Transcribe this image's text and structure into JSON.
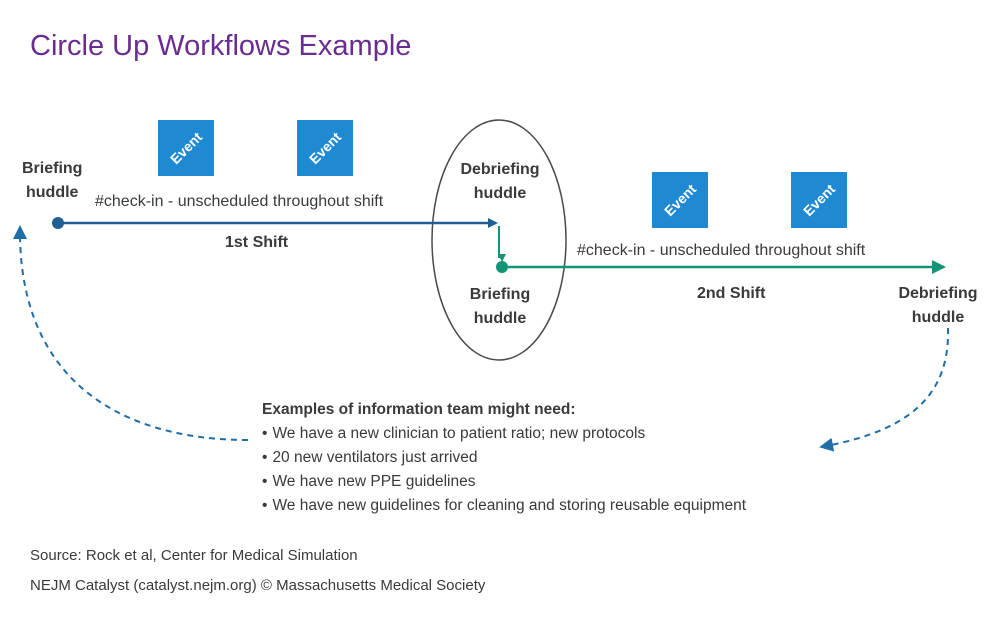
{
  "title": "Circle Up Workflows Example",
  "first_shift": {
    "start_label_line1": "Briefing",
    "start_label_line2": "huddle",
    "checkin": "#check-in - unscheduled throughout shift",
    "shift_label": "1st Shift",
    "events": [
      "Event",
      "Event"
    ]
  },
  "transition": {
    "debrief_line1": "Debriefing",
    "debrief_line2": "huddle",
    "brief_line1": "Briefing",
    "brief_line2": "huddle"
  },
  "second_shift": {
    "checkin": "#check-in - unscheduled throughout shift",
    "shift_label": "2nd Shift",
    "end_label_line1": "Debriefing",
    "end_label_line2": "huddle",
    "events": [
      "Event",
      "Event"
    ]
  },
  "examples": {
    "heading": "Examples of information team might need:",
    "items": [
      "We have a new clinician to patient ratio; new protocols",
      "20 new ventilators just arrived",
      "We have new PPE guidelines",
      "We have new guidelines for cleaning and storing reusable equipment"
    ]
  },
  "footer": {
    "source": "Source: Rock et al, Center for Medical Simulation",
    "copyright": "NEJM Catalyst (catalyst.nejm.org) © Massachusetts Medical Society"
  },
  "colors": {
    "title": "#6a2c91",
    "first_shift_line": "#1f5f94",
    "second_shift_line": "#139474",
    "event_box": "#1f8ad2",
    "loop_arrow": "#1f6ea6"
  }
}
